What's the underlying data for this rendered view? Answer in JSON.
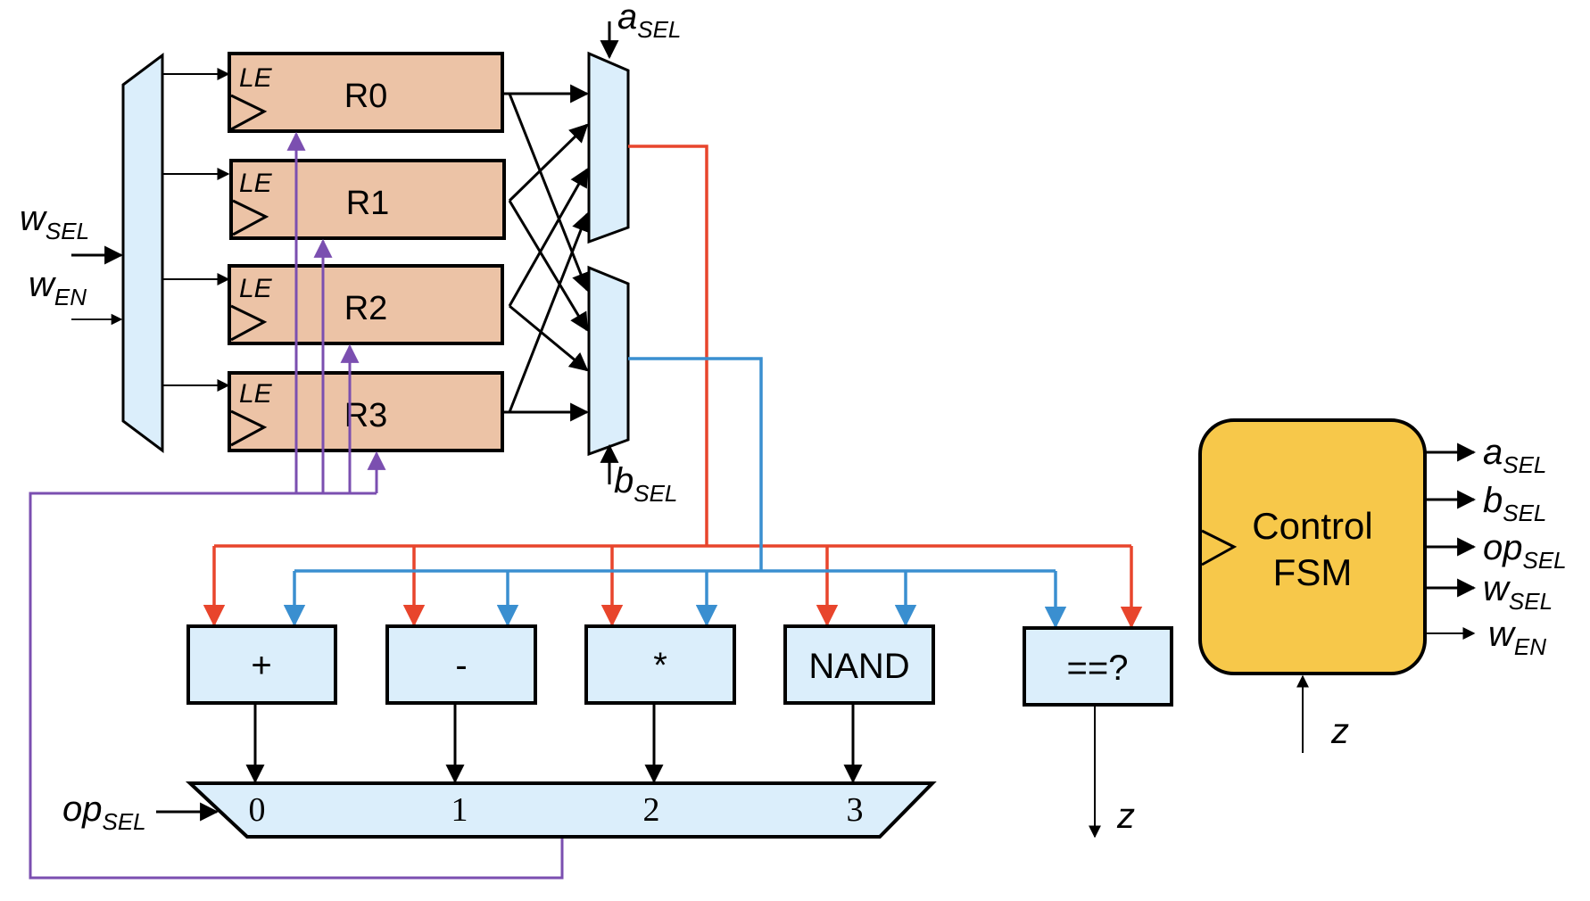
{
  "colors": {
    "register_fill": "#ECC3A6",
    "unit_fill": "#DBEEFB",
    "fsm_fill": "#F7C84A",
    "a_bus": "#E8452C",
    "b_bus": "#3A8FD0",
    "writeback": "#7B4FB0",
    "wire": "#000000"
  },
  "registers": {
    "r0": {
      "name": "R0",
      "enable": "LE"
    },
    "r1": {
      "name": "R1",
      "enable": "LE"
    },
    "r2": {
      "name": "R2",
      "enable": "LE"
    },
    "r3": {
      "name": "R3",
      "enable": "LE"
    }
  },
  "signals": {
    "w_sel": {
      "base": "w",
      "sub": "SEL"
    },
    "w_en": {
      "base": "w",
      "sub": "EN"
    },
    "a_sel": {
      "base": "a",
      "sub": "SEL"
    },
    "b_sel": {
      "base": "b",
      "sub": "SEL"
    },
    "op_sel": {
      "base": "op",
      "sub": "SEL"
    },
    "z": "z"
  },
  "units": {
    "add": "+",
    "sub": "-",
    "mul": "*",
    "nand": "NAND",
    "eq": "==?"
  },
  "op_mux_inputs": [
    "0",
    "1",
    "2",
    "3"
  ],
  "fsm": {
    "line1": "Control",
    "line2": "FSM",
    "outputs": {
      "a_sel": {
        "base": "a",
        "sub": "SEL"
      },
      "b_sel": {
        "base": "b",
        "sub": "SEL"
      },
      "op_sel": {
        "base": "op",
        "sub": "SEL"
      },
      "w_sel": {
        "base": "w",
        "sub": "SEL"
      },
      "w_en": {
        "base": "w",
        "sub": "EN"
      }
    },
    "input_z": "z"
  }
}
